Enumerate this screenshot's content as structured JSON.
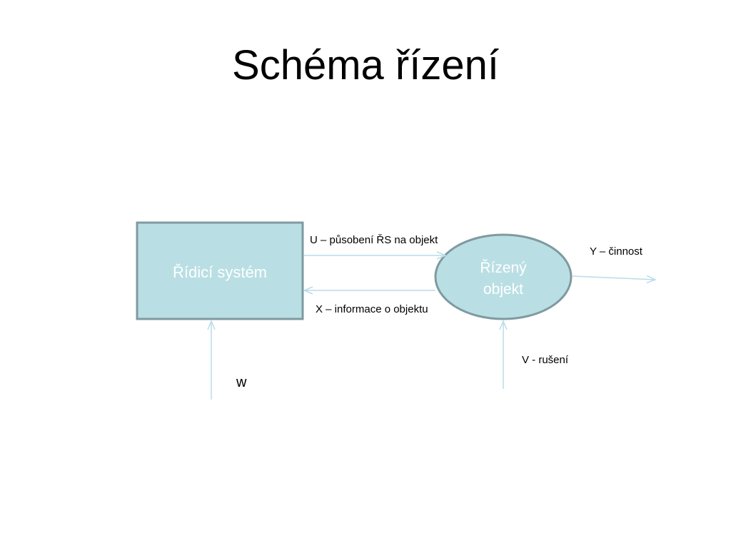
{
  "title": "Schéma řízení",
  "colors": {
    "node_fill": "#b9dfe4",
    "node_stroke": "#7f9aa0",
    "arrow": "#b9dcea",
    "label": "#000000"
  },
  "nodes": {
    "control_system": {
      "label": "Řídicí systém"
    },
    "controlled_object": {
      "lines": [
        "Řízený",
        "objekt"
      ]
    }
  },
  "labels": {
    "u": "U – působení ŘS na objekt",
    "x": "X – informace o objektu",
    "y": "Y – činnost",
    "v": "V - rušení",
    "w": "w"
  }
}
